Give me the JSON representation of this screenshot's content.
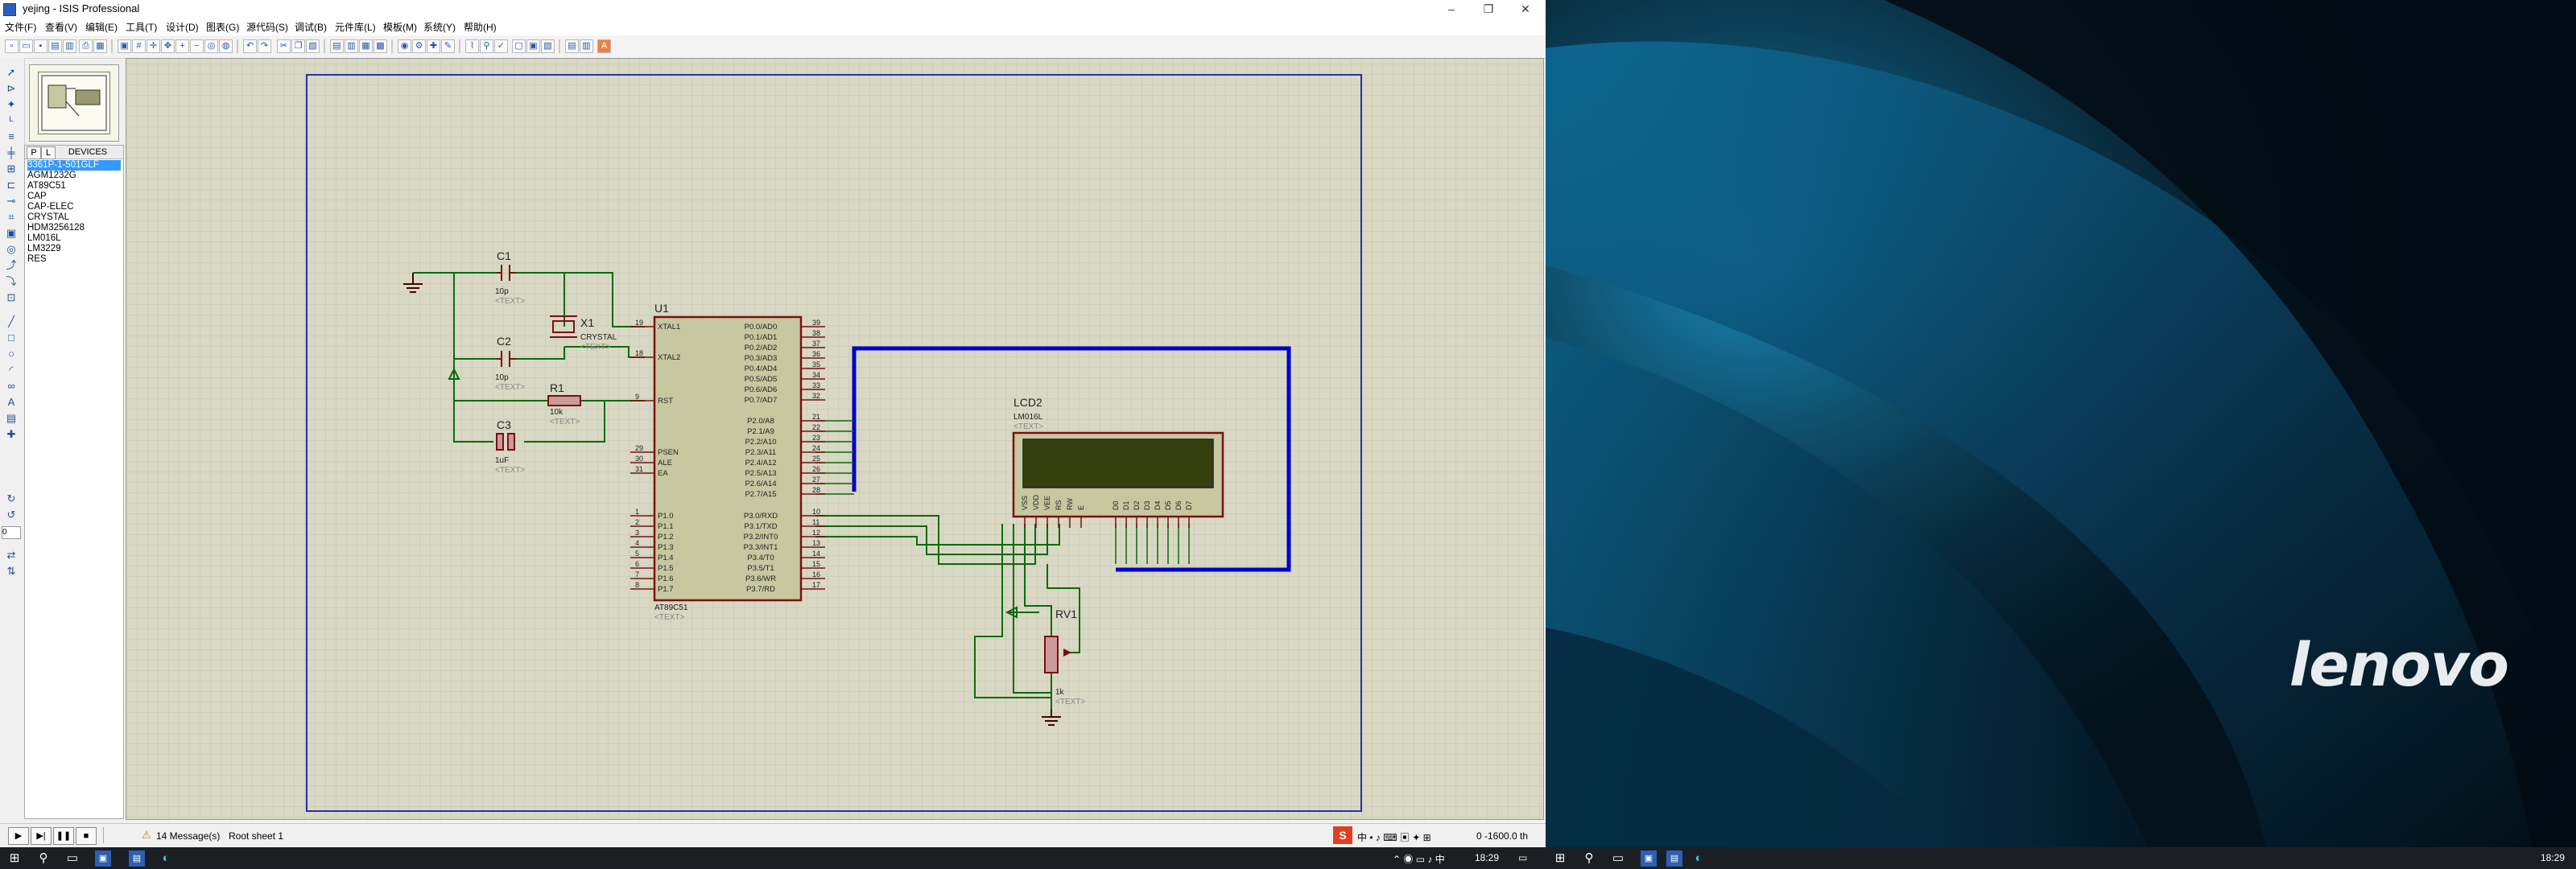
{
  "window": {
    "title": "yejing - ISIS Professional",
    "minimize": "–",
    "maximize": "❐",
    "close": "✕"
  },
  "menu": [
    "文件(F)",
    "查看(V)",
    "编辑(E)",
    "工具(T)",
    "设计(D)",
    "图表(G)",
    "源代码(S)",
    "调试(B)",
    "元件库(L)",
    "模板(M)",
    "系统(Y)",
    "帮助(H)"
  ],
  "devices": {
    "tab_p": "P",
    "tab_l": "L",
    "header": "DEVICES",
    "items": [
      "3361P-1-501GLF",
      "AGM1232G",
      "AT89C51",
      "CAP",
      "CAP-ELEC",
      "CRYSTAL",
      "HDM3256128",
      "LM016L",
      "LM3229",
      "RES"
    ],
    "selected_index": 0
  },
  "left_rotation": "0",
  "schematic": {
    "c1": {
      "ref": "C1",
      "value": "10p",
      "text": "<TEXT>"
    },
    "c2": {
      "ref": "C2",
      "value": "10p",
      "text": "<TEXT>"
    },
    "c3": {
      "ref": "C3",
      "value": "1uF",
      "text": "<TEXT>"
    },
    "r1": {
      "ref": "R1",
      "value": "10k",
      "text": "<TEXT>"
    },
    "x1": {
      "ref": "X1",
      "value": "CRYSTAL",
      "text": "<TEXT>"
    },
    "u1": {
      "ref": "U1",
      "part": "AT89C51",
      "text": "<TEXT>",
      "left_pins": [
        {
          "num": "19",
          "name": "XTAL1"
        },
        {
          "num": "18",
          "name": "XTAL2"
        },
        {
          "num": "9",
          "name": "RST"
        },
        {
          "num": "29",
          "name": "PSEN"
        },
        {
          "num": "30",
          "name": "ALE"
        },
        {
          "num": "31",
          "name": "EA"
        },
        {
          "num": "1",
          "name": "P1.0"
        },
        {
          "num": "2",
          "name": "P1.1"
        },
        {
          "num": "3",
          "name": "P1.2"
        },
        {
          "num": "4",
          "name": "P1.3"
        },
        {
          "num": "5",
          "name": "P1.4"
        },
        {
          "num": "6",
          "name": "P1.5"
        },
        {
          "num": "7",
          "name": "P1.6"
        },
        {
          "num": "8",
          "name": "P1.7"
        }
      ],
      "right_pins": [
        {
          "num": "39",
          "name": "P0.0/AD0"
        },
        {
          "num": "38",
          "name": "P0.1/AD1"
        },
        {
          "num": "37",
          "name": "P0.2/AD2"
        },
        {
          "num": "36",
          "name": "P0.3/AD3"
        },
        {
          "num": "35",
          "name": "P0.4/AD4"
        },
        {
          "num": "34",
          "name": "P0.5/AD5"
        },
        {
          "num": "33",
          "name": "P0.6/AD6"
        },
        {
          "num": "32",
          "name": "P0.7/AD7"
        },
        {
          "num": "21",
          "name": "P2.0/A8"
        },
        {
          "num": "22",
          "name": "P2.1/A9"
        },
        {
          "num": "23",
          "name": "P2.2/A10"
        },
        {
          "num": "24",
          "name": "P2.3/A11"
        },
        {
          "num": "25",
          "name": "P2.4/A12"
        },
        {
          "num": "26",
          "name": "P2.5/A13"
        },
        {
          "num": "27",
          "name": "P2.6/A14"
        },
        {
          "num": "28",
          "name": "P2.7/A15"
        },
        {
          "num": "10",
          "name": "P3.0/RXD"
        },
        {
          "num": "11",
          "name": "P3.1/TXD"
        },
        {
          "num": "12",
          "name": "P3.2/INT0"
        },
        {
          "num": "13",
          "name": "P3.3/INT1"
        },
        {
          "num": "14",
          "name": "P3.4/T0"
        },
        {
          "num": "15",
          "name": "P3.5/T1"
        },
        {
          "num": "16",
          "name": "P3.6/WR"
        },
        {
          "num": "17",
          "name": "P3.7/RD"
        }
      ]
    },
    "lcd": {
      "ref": "LCD2",
      "part": "LM016L",
      "text": "<TEXT>",
      "pins": [
        "VSS",
        "VDD",
        "VEE",
        "RS",
        "RW",
        "E",
        "D0",
        "D1",
        "D2",
        "D3",
        "D4",
        "D5",
        "D6",
        "D7"
      ]
    },
    "rv1": {
      "ref": "RV1",
      "value": "1k",
      "text": "<TEXT>"
    }
  },
  "status": {
    "messages": "14 Message(s)",
    "sheet": "Root sheet 1",
    "coords": "0   -1600.0   th"
  },
  "taskbar": {
    "time_left": "18:29",
    "time_right": "18:29"
  },
  "wallpaper": {
    "brand": "lenovo"
  }
}
